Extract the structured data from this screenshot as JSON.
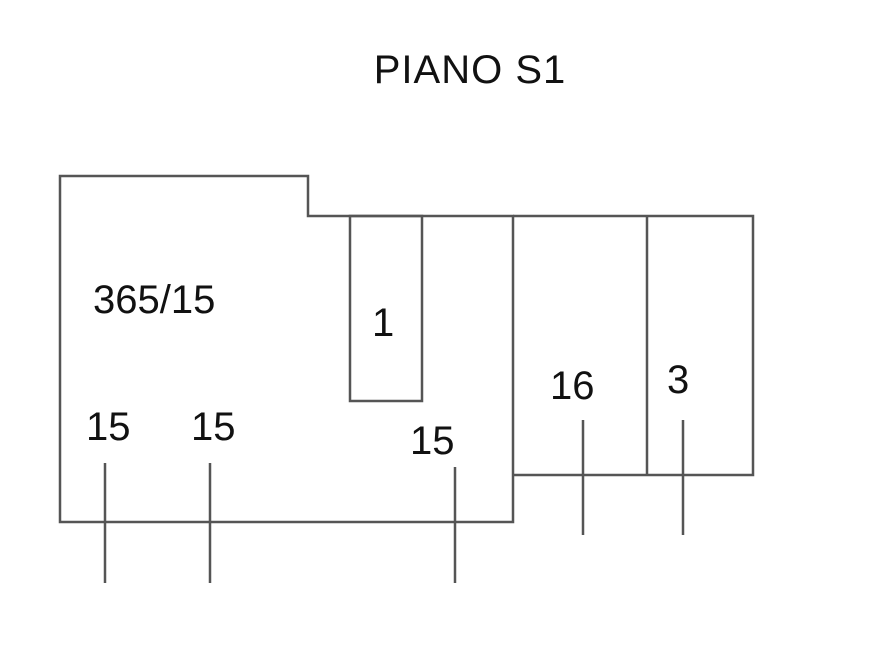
{
  "title": "PIANO S1",
  "labels": {
    "main_parcel": "365/15",
    "small_room": "1",
    "parcel_16": "16",
    "parcel_3": "3",
    "sub_left_1": "15",
    "sub_left_2": "15",
    "sub_mid": "15"
  },
  "colors": {
    "line": "#555555",
    "text": "#111111",
    "background": "#ffffff"
  }
}
